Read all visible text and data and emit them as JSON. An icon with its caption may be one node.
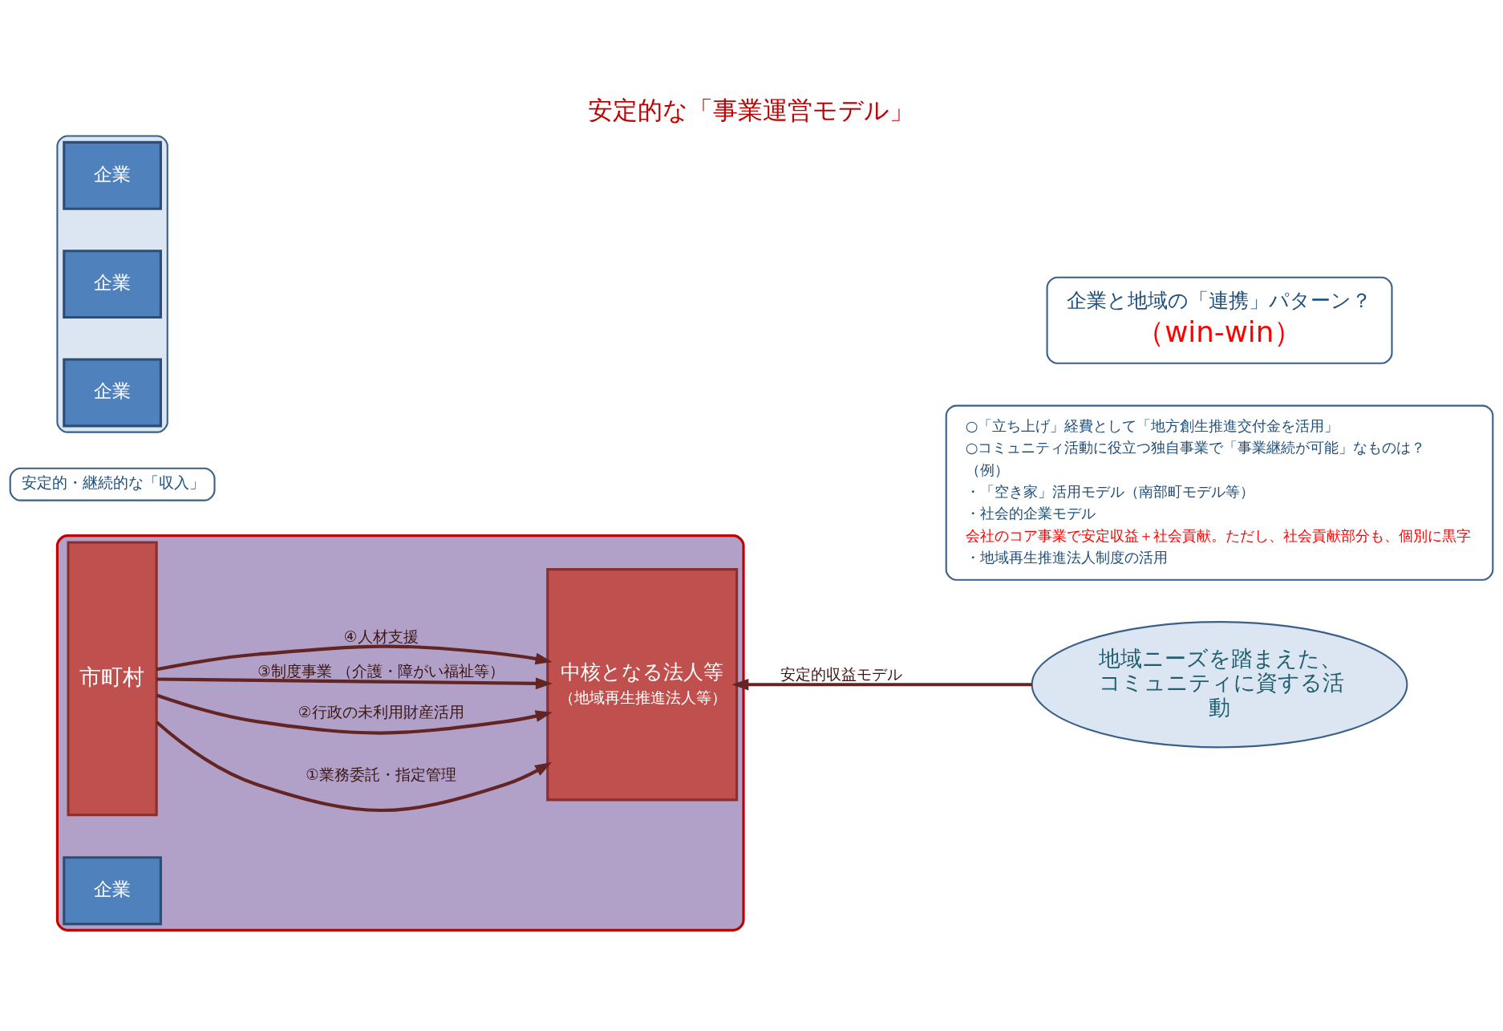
{
  "diagram": {
    "title": "安定的な「事業運営モデル」",
    "nodes": [
      {
        "text": [],
        "shape": "box"
      },
      {
        "text": [
          "安定的・継続的な「収入」"
        ]
      },
      {
        "text": [
          "市町村"
        ],
        "in": 0
      },
      {
        "text": [
          "中核となる法人等",
          "（地域再生推進法人等）"
        ],
        "in": 0
      },
      {
        "text": [
          "企業"
        ],
        "in": 0
      },
      {
        "text": [
          "○「立ち上げ」経費として「地方創生推進交付金を活用」",
          "○コミュニティ活動に役立つ独自事業で「事業継続が可能」なものは？",
          "（例）",
          "・「空き家」活用モデル（南部町モデル等）",
          "・社会的企業モデル",
          "会社のコア事業で安定収益＋社会貢献。ただし、社会貢献部分も、個別に黒字",
          "・地域再生推進法人制度の活用"
        ]
      },
      {
        "text": [
          "地域ニーズを踏まえた、コミュニティに資する活動"
        ]
      },
      {
        "text": [],
        "shape": "box"
      },
      {
        "text": [
          "企業"
        ],
        "in": 7
      },
      {
        "text": [
          "企業"
        ],
        "in": 7
      },
      {
        "text": [
          "企業"
        ],
        "in": 7
      },
      {
        "text": [
          "企業と地域の「連携」パターン？",
          "（win-win）"
        ]
      }
    ],
    "edges": [
      {
        "from": 2,
        "to": 3,
        "arrow": "to",
        "label": "①業務委託・指定管理"
      },
      {
        "from": 2,
        "to": 3,
        "arrow": "to",
        "label": "②行政の未利用財産活用"
      },
      {
        "from": 2,
        "to": 3,
        "arrow": "to",
        "label": "③制度事業 （介護・障がい福祉等）"
      },
      {
        "from": 2,
        "to": 3,
        "arrow": "to",
        "label": "④人材支援"
      },
      {
        "from": 6,
        "to": 3,
        "arrow": "to",
        "label": "安定的収益モデル"
      }
    ]
  }
}
